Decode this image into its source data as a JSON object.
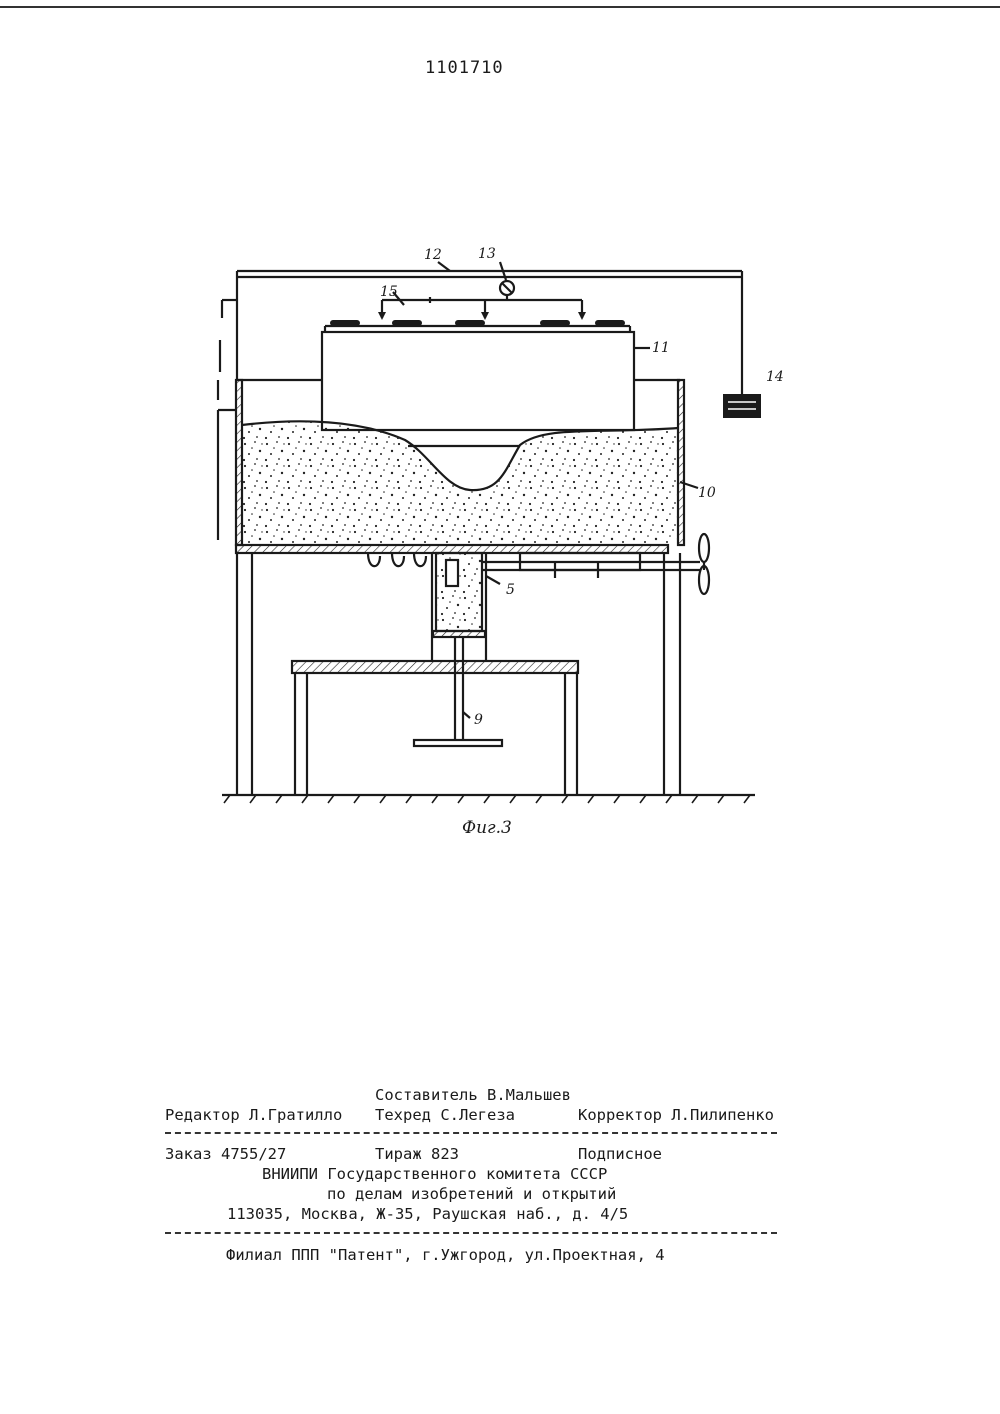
{
  "header": {
    "patent_number": "1101710"
  },
  "figure": {
    "caption": "Фиг.3",
    "labels": {
      "l12": "12",
      "l13": "13",
      "l15": "15",
      "l11": "11",
      "l14": "14",
      "l10": "10",
      "l5": "5",
      "l9": "9"
    }
  },
  "imprint": {
    "compiler": "Составитель В.Мальшев",
    "editor": "Редактор Л.Гратилло",
    "techred": "Техред С.Легеза",
    "corrector": "Корректор Л.Пилипенко",
    "order": "Заказ 4755/27",
    "circulation": "Тираж 823",
    "subscription": "Подписное",
    "org_line1": "ВНИИПИ Государственного комитета СССР",
    "org_line2": "по делам изобретений и открытий",
    "address": "113035, Москва, Ж-35, Раушская наб., д. 4/5",
    "branch": "Филиал ППП \"Патент\", г.Ужгород, ул.Проектная, 4"
  }
}
